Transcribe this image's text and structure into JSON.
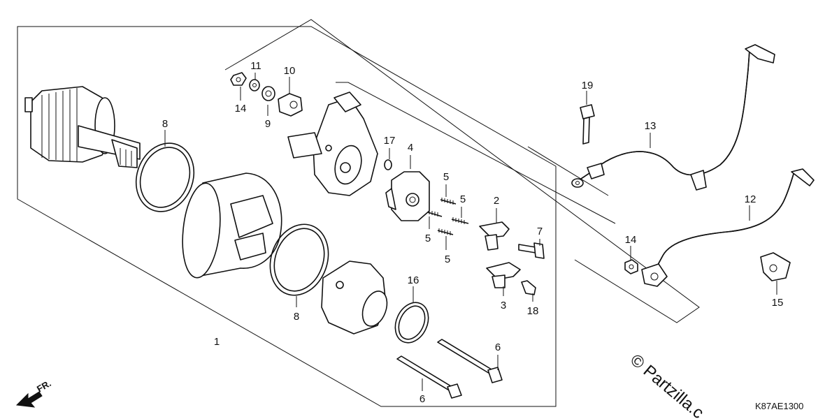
{
  "labels": {
    "p1": "1",
    "p2": "2",
    "p3": "3",
    "p4": "4",
    "p5a": "5",
    "p5b": "5",
    "p5c": "5",
    "p5d": "5",
    "p6a": "6",
    "p6b": "6",
    "p7": "7",
    "p8a": "8",
    "p8b": "8",
    "p9": "9",
    "p10": "10",
    "p11": "11",
    "p12": "12",
    "p13": "13",
    "p14a": "14",
    "p14b": "14",
    "p15": "15",
    "p16": "16",
    "p17": "17",
    "p18": "18",
    "p19": "19"
  },
  "front_indicator": "FR.",
  "diagram_code": "K87AE1300",
  "watermark": "© Partzilla.c"
}
